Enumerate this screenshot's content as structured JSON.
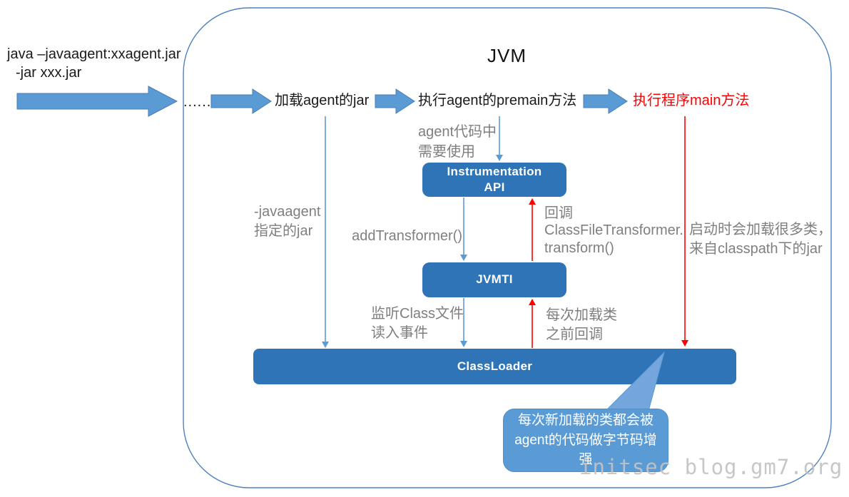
{
  "title": "JVM",
  "command": {
    "line1": "java –javaagent:xxagent.jar",
    "line2": "-jar xxx.jar"
  },
  "flow": {
    "ellipsis": "......",
    "step_load_agent_jar": "加载agent的jar",
    "step_exec_premain": "执行agent的premain方法",
    "step_exec_main": "执行程序main方法"
  },
  "nodes": {
    "instrumentation_api": "Instrumentation\nAPI",
    "jvmti": "JVMTI",
    "classloader": "ClassLoader"
  },
  "labels": {
    "agent_code_needs": "agent代码中\n需要使用",
    "javaagent_specified_jar": "-javaagent\n指定的jar",
    "add_transformer": "addTransformer()",
    "callback_transform": "回调\nClassFileTransformer.\ntransform()",
    "startup_load_classes": "启动时会加载很多类，\n来自classpath下的jar",
    "listen_class_read": "监听Class文件\n读入事件",
    "callback_before_load": "每次加载类\n之前回调"
  },
  "callout": {
    "text": "每次新加载的类都会被\nagent的代码做字节码增\n强"
  },
  "watermark": "initsec blog.gm7.org",
  "colors": {
    "accent_blue": "#5B9BD5",
    "box_blue": "#2E74B6",
    "red": "#FF0000",
    "gray_text": "#7F7F7F",
    "outline_blue": "#4F81BD",
    "tail_blue": "#74A5DC",
    "watermark_gray": "#C3C3C3",
    "text_black": "#1A1A1A"
  }
}
